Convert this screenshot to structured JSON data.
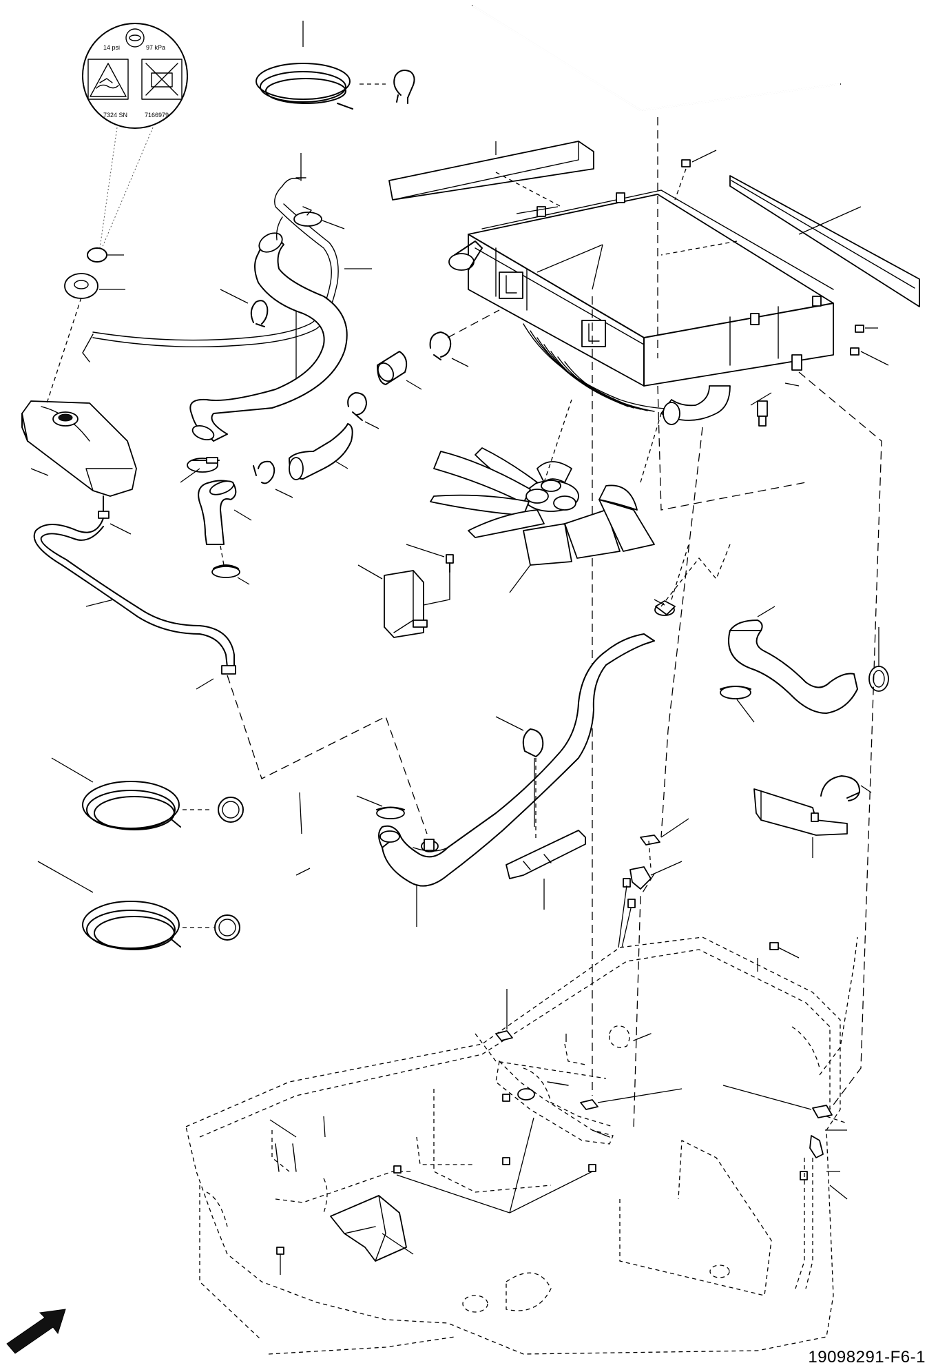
{
  "figure": {
    "id_label": "19098291-F6-1"
  },
  "decal": {
    "pressure_psi": "14 psi",
    "pressure_kpa": "97 kPa",
    "part_code_left": "7324 SN",
    "part_code_right": "7166979",
    "icons": [
      "hot-steam-warning-icon",
      "no-open-when-hot-icon"
    ]
  },
  "orientation_arrow": {
    "icon": "front-direction-arrow-icon"
  }
}
